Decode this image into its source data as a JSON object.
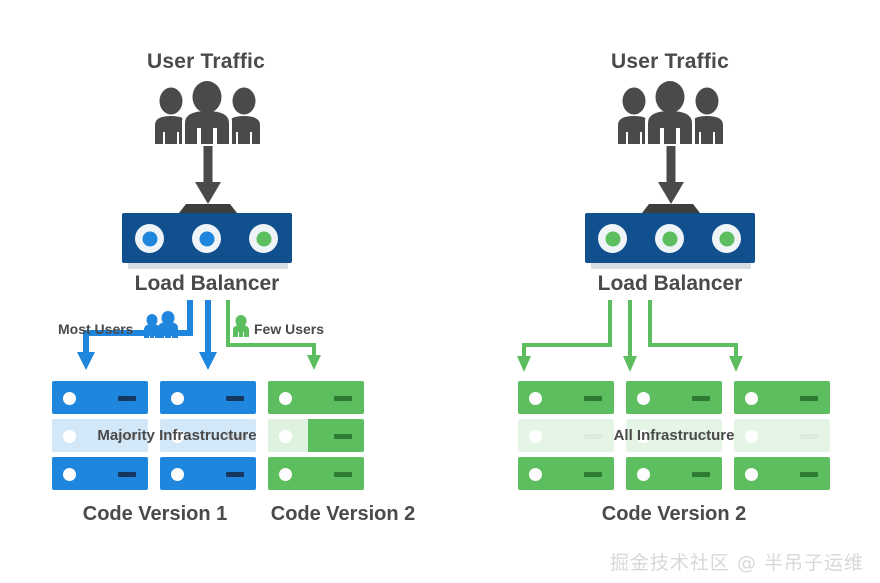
{
  "diagram": {
    "title_blue_green_deployment": "",
    "panels": [
      {
        "id": "canary",
        "user_traffic_label": "User Traffic",
        "load_balancer_label": "Load Balancer",
        "lb_ports": [
          "blue",
          "blue",
          "green"
        ],
        "flow_labels": [
          {
            "text": "Most Users",
            "icon": "two-users-icon",
            "color": "#1e86dd"
          },
          {
            "text": "Few Users",
            "icon": "one-user-icon",
            "color": "#5cbe5e"
          }
        ],
        "infra_band_label": "Majority Infrastructure",
        "racks": [
          {
            "color": "blue",
            "version_label": "Code Version 1"
          },
          {
            "color": "blue",
            "version_label": "Code Version 1"
          },
          {
            "color": "green",
            "version_label": "Code Version 2"
          }
        ],
        "version_labels": [
          "Code Version 1",
          "Code Version 2"
        ]
      },
      {
        "id": "full-rollout",
        "user_traffic_label": "User Traffic",
        "load_balancer_label": "Load Balancer",
        "lb_ports": [
          "green",
          "green",
          "green"
        ],
        "flow_labels": [],
        "infra_band_label": "All Infrastructure",
        "racks": [
          {
            "color": "green",
            "version_label": "Code Version 2"
          },
          {
            "color": "green",
            "version_label": "Code Version 2"
          },
          {
            "color": "green",
            "version_label": "Code Version 2"
          }
        ],
        "version_labels": [
          "Code Version 2"
        ]
      }
    ]
  },
  "colors": {
    "blue_server": "#1e86dd",
    "green_server": "#5cbe5e",
    "load_balancer_body": "#10508f",
    "arrow_dark": "#4a4a4a",
    "text": "#4a4a4a",
    "watermark": "#d8d8d8"
  },
  "watermark": {
    "text": "掘金技术社区 @ 半吊子运维"
  }
}
